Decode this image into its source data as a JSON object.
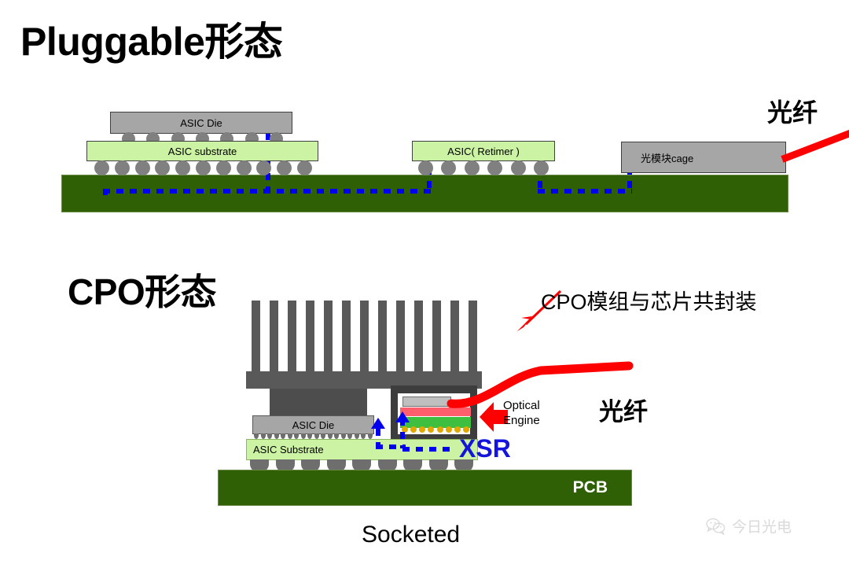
{
  "sections": {
    "pluggable": {
      "title": "Pluggable形态",
      "asic_die_label": "ASIC Die",
      "asic_substrate_label": "ASIC substrate",
      "retimer_label": "ASIC( Retimer )",
      "cage_label": "光模块cage",
      "fiber_label": "光纤"
    },
    "cpo": {
      "title": "CPO形态",
      "asic_die_label": "ASIC Die",
      "asic_substrate_label": "ASIC Substrate",
      "xsr_label": "XSR",
      "pcb_label": "PCB",
      "optical_engine_label_line1": "Optical",
      "optical_engine_label_line2": "Engine",
      "copackage_note": "CPO模组与芯片共封装",
      "fiber_label": "光纤",
      "socket_caption": "Socketed"
    }
  },
  "watermark": {
    "icon": "wechat-icon",
    "text": "今日光电"
  },
  "colors": {
    "pcb_green": "#2f6006",
    "substrate_green": "#ccf2a3",
    "die_gray": "#a6a6a6",
    "heatsink_gray": "#595959",
    "ball_gray": "#808080",
    "fiber_red": "#ff0000",
    "trace_blue": "#0000ee",
    "xsr_blue": "#1414dd",
    "watermark_gray": "#d9d9d9"
  },
  "counts": {
    "pluggable_die_balls": 7,
    "pluggable_substrate_balls": 11,
    "pluggable_retimer_balls": 6,
    "heatsink_fins": 13,
    "cpo_die_balls": 18,
    "cpo_bga_balls": 9,
    "oe_balls": 8
  }
}
